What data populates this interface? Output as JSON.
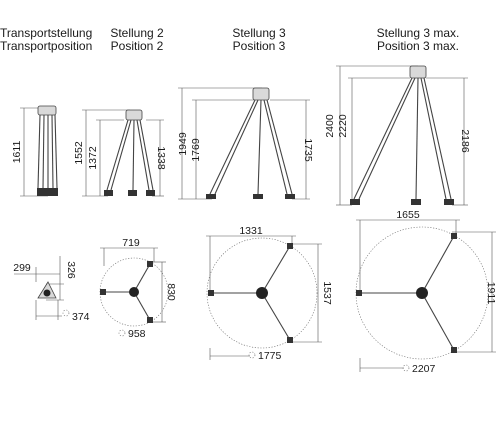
{
  "columns": [
    {
      "title_de": "Transportstellung",
      "title_en": "Transportposition"
    },
    {
      "title_de": "Stellung 2",
      "title_en": "Position 2"
    },
    {
      "title_de": "Stellung 3",
      "title_en": "Position 3"
    },
    {
      "title_de": "Stellung 3 max.",
      "title_en": "Position 3 max."
    }
  ],
  "side_dims": {
    "transport": {
      "height": "1611"
    },
    "pos2": {
      "total": "1552",
      "inner": "1372",
      "leg": "1338"
    },
    "pos3": {
      "total": "1949",
      "inner": "1769",
      "leg": "1735"
    },
    "pos3max": {
      "total": "2400",
      "inner": "2220",
      "leg": "2186"
    }
  },
  "top_dims": {
    "transport": {
      "width": "299",
      "depth": "326",
      "diameter": "374"
    },
    "pos2": {
      "width": "719",
      "depth": "830",
      "diameter": "958"
    },
    "pos3": {
      "width": "1331",
      "depth": "1537",
      "diameter": "1775"
    },
    "pos3max": {
      "width": "1655",
      "depth": "1911",
      "diameter": "2207"
    }
  },
  "diameter_symbol": "Ø"
}
